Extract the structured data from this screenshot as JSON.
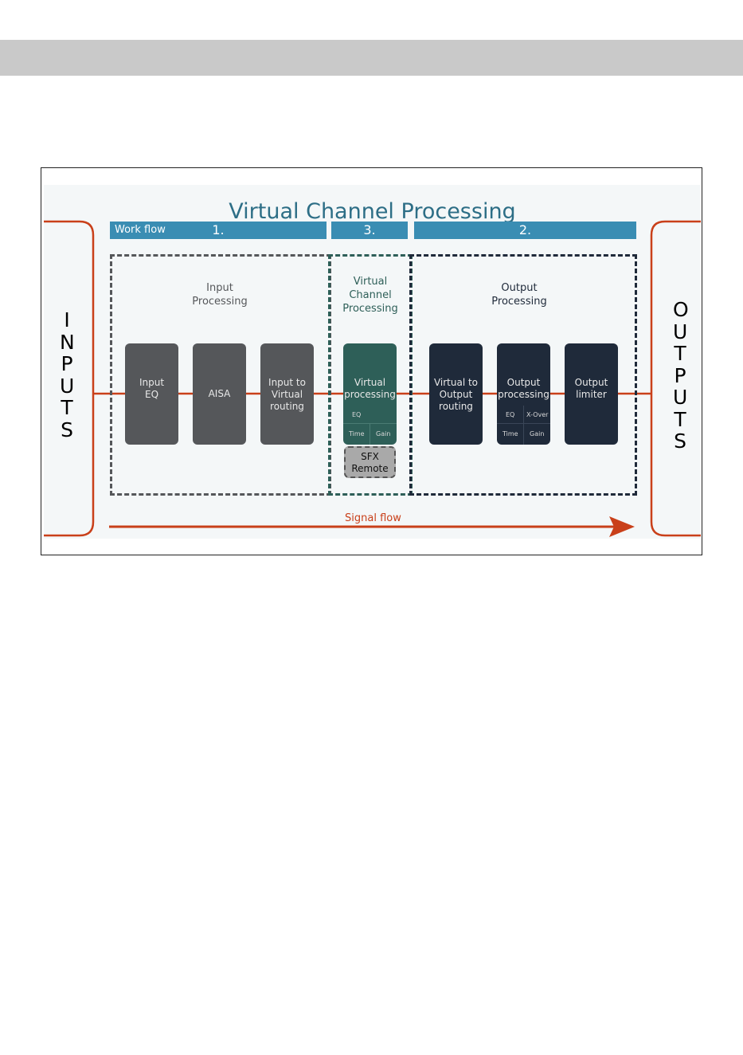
{
  "diagram": {
    "title": "Virtual Channel Processing",
    "workflow": {
      "label": "Work flow",
      "steps": [
        "1.",
        "3.",
        "2."
      ]
    },
    "stages": {
      "input": "Input\nProcessing",
      "virtual": "Virtual\nChannel\nProcessing",
      "output": "Output\nProcessing"
    },
    "blocks": {
      "input_eq": "Input\nEQ",
      "aisa": "AISA",
      "input_to_virtual": "Input to\nVirtual\nrouting",
      "virtual_processing": "Virtual\nprocessing",
      "virtual_to_output": "Virtual to\nOutput\nrouting",
      "output_processing": "Output\nprocessing",
      "output_limiter": "Output\nlimiter",
      "sfx_remote": "SFX\nRemote"
    },
    "sub_labels": {
      "eq": "EQ",
      "time": "Time",
      "gain": "Gain",
      "xover": "X-Over"
    },
    "inputs_label": "INPUTS",
    "outputs_label": "OUTPUTS",
    "signal_flow": "Signal flow",
    "colors": {
      "signal": "#c9401a",
      "workflow_bar": "#3a8db3",
      "input_block": "#55575a",
      "virtual_block": "#2e5f58",
      "output_block": "#1f2a3a",
      "sfx_block": "#a9a9a9"
    }
  }
}
